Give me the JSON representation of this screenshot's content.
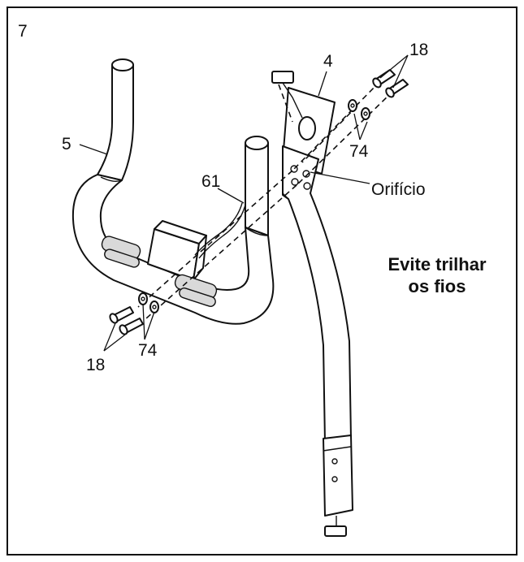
{
  "step": {
    "number": "7"
  },
  "callouts": {
    "handlebar": "5",
    "upright_plate": "4",
    "bolt_top": "18",
    "washer_top": "74",
    "wire": "61",
    "hole": "Orifício",
    "bolt_bottom": "18",
    "washer_bottom": "74"
  },
  "note": {
    "line1": "Evite trilhar",
    "line2": "os fios"
  }
}
